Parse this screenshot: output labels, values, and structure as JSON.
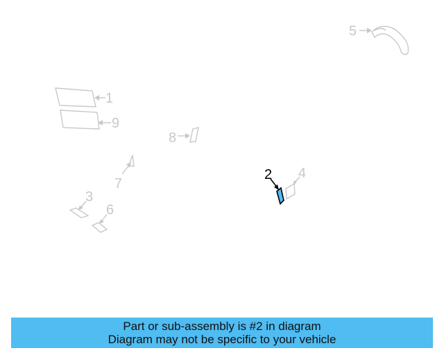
{
  "diagram": {
    "callouts": [
      "1",
      "2",
      "3",
      "4",
      "5",
      "6",
      "7",
      "8",
      "9"
    ],
    "highlighted_part": "2",
    "colors": {
      "highlight_fill": "#4fbcf2",
      "dimmed": "#c8c8c8",
      "highlight_outline": "#000000"
    }
  },
  "banner": {
    "line1": "Part or sub-assembly is #2 in diagram",
    "line2": "Diagram may not be specific to your vehicle",
    "background": "#4fbcf2"
  }
}
